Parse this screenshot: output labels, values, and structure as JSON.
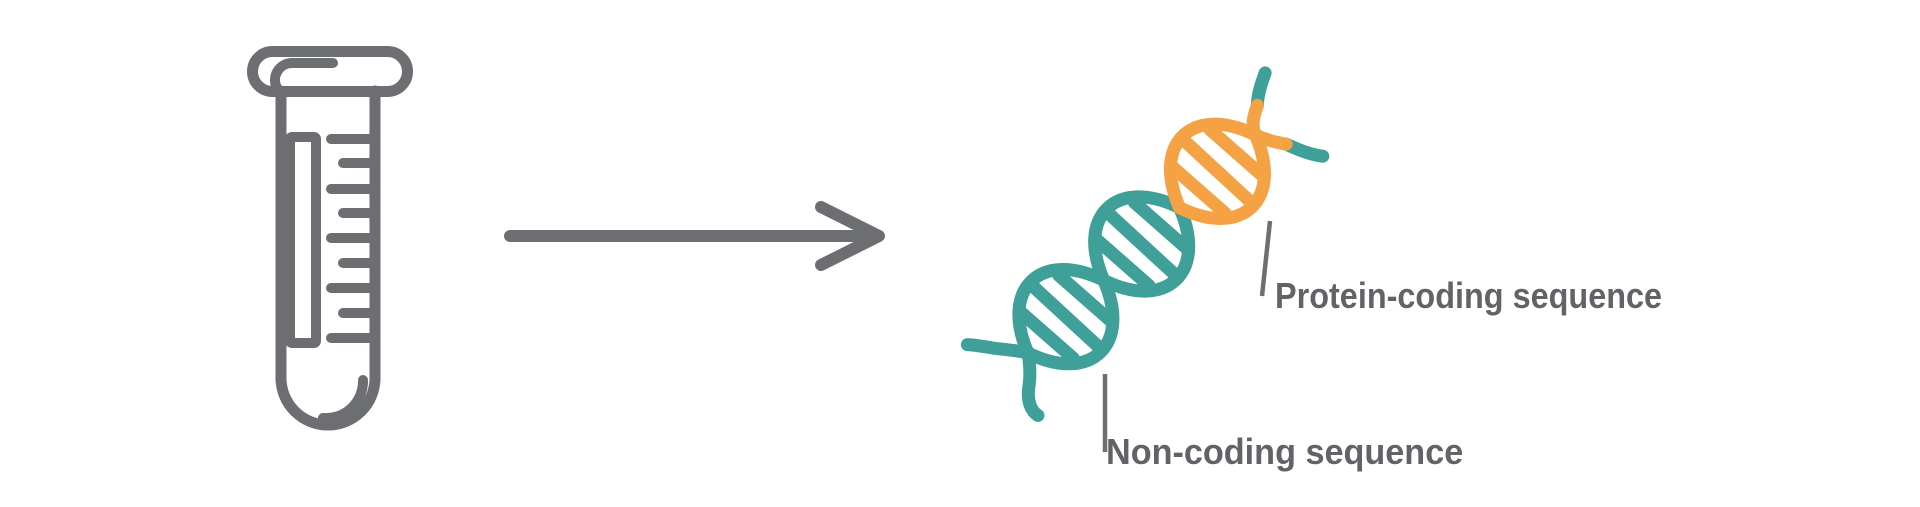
{
  "diagram": {
    "description": "Sample tube to DNA sequence diagram",
    "labels": {
      "protein_coding": "Protein-coding sequence",
      "non_coding": "Non-coding sequence"
    },
    "colors": {
      "teal": "#3F9F99",
      "orange": "#F5A244",
      "gray": "#6D6E71",
      "label_text": "#626366",
      "background": "#FFFFFF"
    },
    "icons": [
      {
        "name": "test-tube-icon",
        "meaning": "sample tube"
      },
      {
        "name": "arrow-right-icon",
        "meaning": "process / sequencing step"
      },
      {
        "name": "dna-helix-icon",
        "meaning": "DNA double helix with coding and non-coding regions"
      }
    ]
  }
}
